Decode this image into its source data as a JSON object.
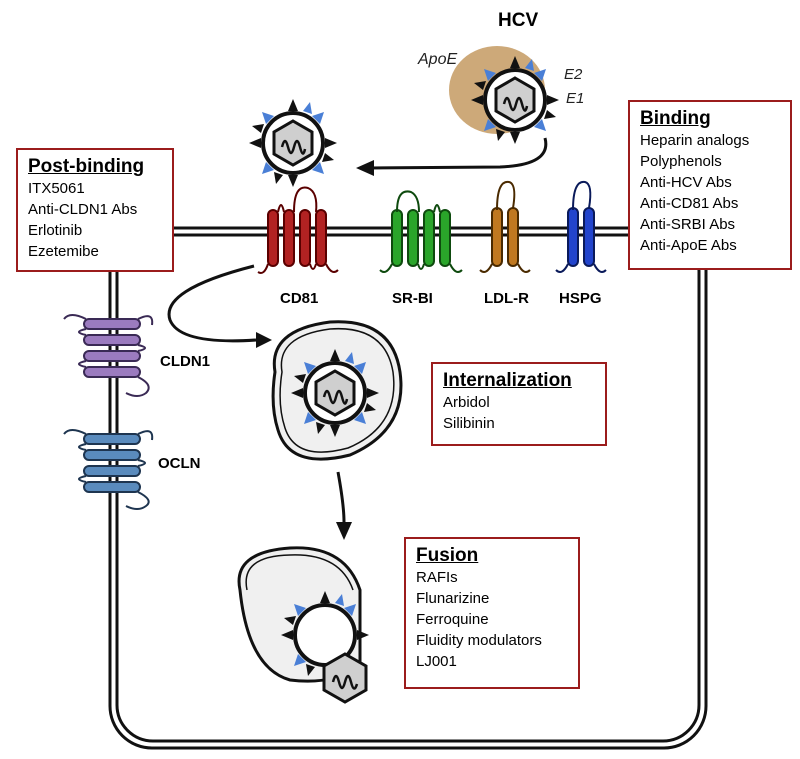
{
  "virus": {
    "name": "HCV",
    "apoe_label": "ApoE",
    "e2_label": "E2",
    "e1_label": "E1"
  },
  "receptors": {
    "cd81": "CD81",
    "srbi": "SR-BI",
    "ldlr": "LDL-R",
    "hspg": "HSPG",
    "cldn1": "CLDN1",
    "ocln": "OCLN"
  },
  "colors": {
    "box_border": "#9b1c1c",
    "cd81": "#b22222",
    "srbi": "#2aa52a",
    "ldlr": "#c07820",
    "hspg": "#2244cc",
    "cldn1": "#9b7bbf",
    "ocln": "#5a8bbd",
    "spike": "#4a7fd6",
    "apoe": "#c8a06a"
  },
  "panels": {
    "binding": {
      "title": "Binding",
      "items": [
        "Heparin analogs",
        "Polyphenols",
        "Anti-HCV Abs",
        "Anti-CD81 Abs",
        "Anti-SRBI Abs",
        "Anti-ApoE Abs"
      ]
    },
    "post_binding": {
      "title": "Post-binding",
      "items": [
        "ITX5061",
        "Anti-CLDN1 Abs",
        "Erlotinib",
        "Ezetemibe"
      ]
    },
    "internalization": {
      "title": "Internalization",
      "items": [
        "Arbidol",
        "Silibinin"
      ]
    },
    "fusion": {
      "title": "Fusion",
      "items": [
        "RAFIs",
        "Flunarizine",
        "Ferroquine",
        "Fluidity modulators",
        "LJ001"
      ]
    }
  }
}
